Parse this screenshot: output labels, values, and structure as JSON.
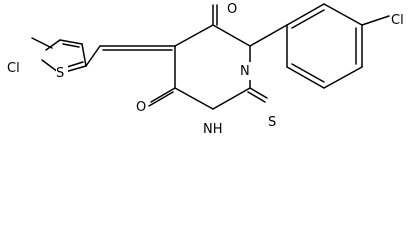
{
  "molecule": {
    "atoms": {
      "cl_thiophene": "Cl",
      "s_thiophene": "S",
      "o_top": "O",
      "n_aryl": "N",
      "cl_phenyl": "Cl",
      "o_bottom": "O",
      "nh": "NH",
      "s_thioxo": "S"
    },
    "colors": {
      "bond": "#000000",
      "label": "#000000",
      "background": "#ffffff"
    }
  }
}
